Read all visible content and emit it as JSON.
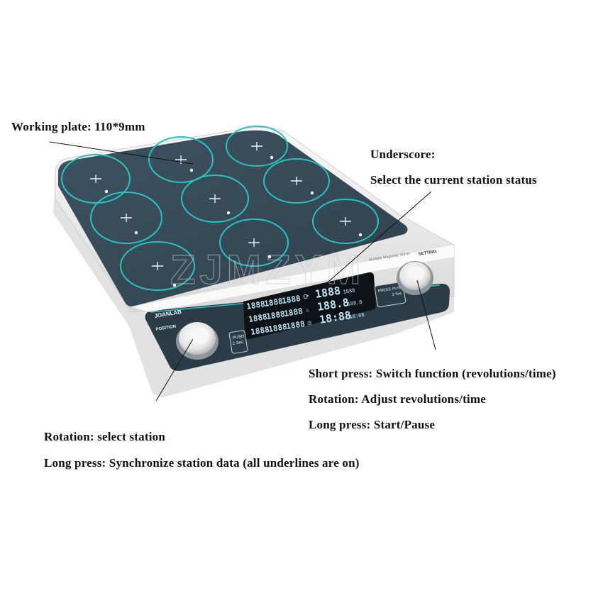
{
  "annotations": {
    "working_plate": "Working plate: 110*9mm",
    "underscore_title": "Underscore:",
    "underscore_desc": "Select the current station status",
    "short_press": "Short press: Switch function (revolutions/time)",
    "rotation_adjust": "Rotation: Adjust revolutions/time",
    "long_press_start": "Long press: Start/Pause",
    "rotation_station": "Rotation: select station",
    "long_press_sync": "Long press: Synchronize station data (all underlines are on)"
  },
  "device": {
    "brand": "JOANLAB",
    "model": "Multiple Magnetic Stirrer",
    "left_knob_label": "POSITION",
    "right_knob_label": "SETTING",
    "left_button": {
      "line1": "PUSH",
      "line2": "2 Sec"
    },
    "right_button_a": "PRESS",
    "right_button_b": {
      "line1": "PUSH",
      "line2": "2 Sec"
    },
    "watermark": "ZJMZYM"
  },
  "display": {
    "stations_row1": [
      "1888",
      "1888",
      "1888"
    ],
    "stations_row2": [
      "1888",
      "1888",
      "1888"
    ],
    "stations_row3": [
      "1888",
      "1888",
      "1888"
    ],
    "speed_value": "1888",
    "speed_unit": "1888",
    "temp_value": "188.8",
    "temp_unit": "188.8",
    "time_value": "18:88",
    "time_unit": "18:88"
  },
  "colors": {
    "plate": "#374b59",
    "ring": "#27c3c0",
    "panel": "#2b3c47",
    "body": "#f3f3f3",
    "lcd": "#0d1216",
    "lcd_segment": "#bfe6f5"
  }
}
